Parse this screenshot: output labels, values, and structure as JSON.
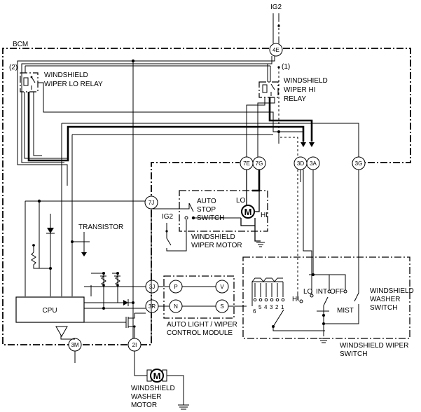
{
  "labels": {
    "ig2_top": "IG2",
    "bcm": "BCM",
    "marker_2": "(2)",
    "marker_1": "(1)",
    "lo_relay_line1": "WINDSHIELD",
    "lo_relay_line2": "WIPER LO RELAY",
    "hi_relay_line1": "WINDSHIELD",
    "hi_relay_line2": "WIPER HI",
    "hi_relay_line3": "RELAY",
    "transistor": "TRANSISTOR",
    "cpu": "CPU",
    "ig2_mid": "IG2",
    "auto_stop_line1": "AUTO",
    "auto_stop_line2": "STOP",
    "auto_stop_line3": "SWITCH",
    "wiper_motor_line1": "WINDSHIELD",
    "wiper_motor_line2": "WIPER MOTOR",
    "motor_lo": "LO",
    "motor_hi": "HI",
    "motor_symbol": "M",
    "washer_motor_symbol": "M",
    "module_line1": "AUTO LIGHT / WIPER",
    "module_line2": "CONTROL MODULE",
    "washer_switch_line1": "WINDSHIELD",
    "washer_switch_line2": "WASHER",
    "washer_switch_line3": "SWITCH",
    "wiper_switch_line1": "WINDSHIELD WIPER",
    "wiper_switch_line2": "SWITCH",
    "washer_motor_line1": "WINDSHIELD",
    "washer_motor_line2": "WASHER",
    "washer_motor_line3": "MOTOR",
    "sw_hi": "HI",
    "sw_lo": "LO",
    "sw_int": "INT",
    "sw_off": "OFF",
    "sw_mist": "MIST"
  },
  "pins": {
    "p4E": "4E",
    "p7E": "7E",
    "p7G": "7G",
    "p3D": "3D",
    "p3A": "3A",
    "p3G": "3G",
    "p7J": "7J",
    "p3J": "3J",
    "p3R": "3R",
    "p3M": "3M",
    "p2I": "2I"
  },
  "module_pins": {
    "P": "P",
    "V": "V",
    "N": "N",
    "S": "S"
  },
  "int_positions": [
    "6",
    "5",
    "4",
    "3",
    "2",
    "1"
  ]
}
